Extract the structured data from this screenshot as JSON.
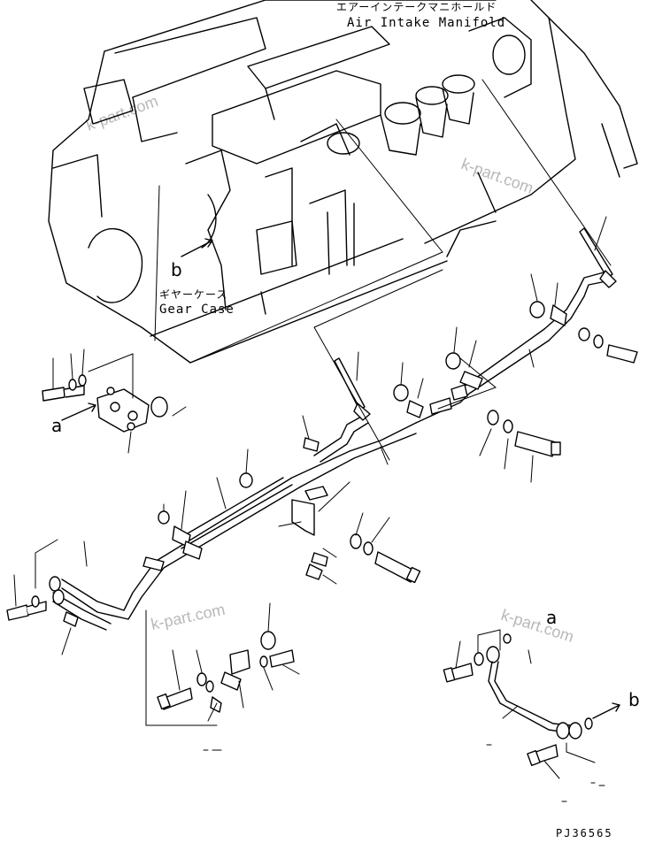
{
  "labels": {
    "air_intake_jp": "エアーインテークマニホールド",
    "air_intake_en": "Air Intake Manifold",
    "gear_case_jp": "ギヤーケース",
    "gear_case_en": "Gear Case"
  },
  "reference_letters": {
    "a_left": "a",
    "b_center": "b",
    "a_detail": "a",
    "b_detail": "b"
  },
  "watermarks": [
    "k-part.com",
    "k-part.com",
    "k-part.com",
    "k-part.com"
  ],
  "drawing_code": "PJ36565"
}
